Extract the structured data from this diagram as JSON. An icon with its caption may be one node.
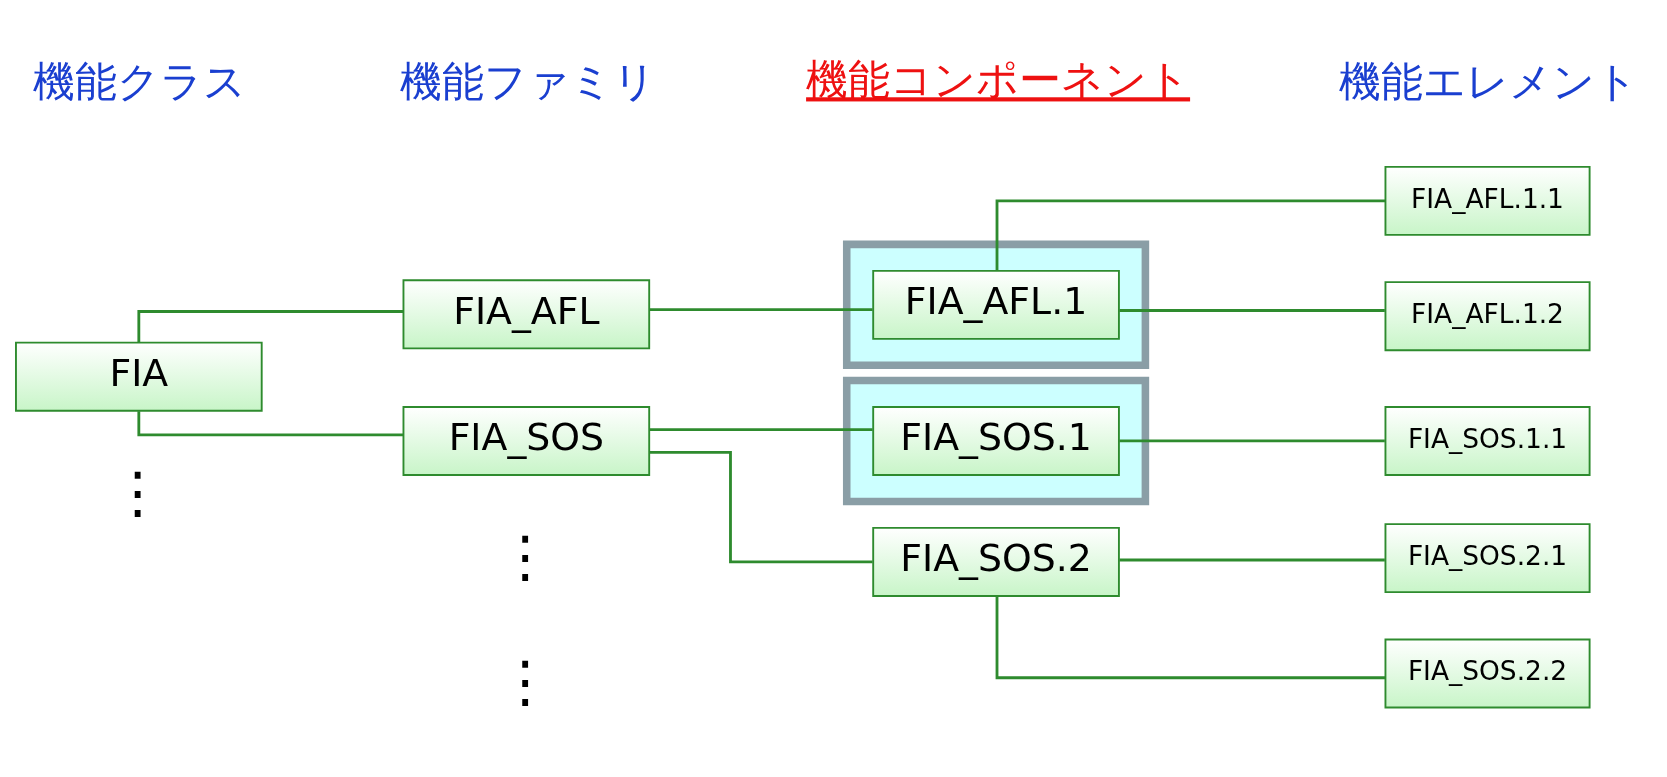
{
  "diagram": {
    "nodes": [
      {
        "text": [
          "FIA"
        ]
      },
      {
        "text": [
          "FIA_AFL"
        ]
      },
      {
        "text": [
          "FIA_SOS"
        ]
      },
      {
        "text": [],
        "shape": "box"
      },
      {
        "text": [
          "FIA_AFL.1"
        ],
        "in": 3
      },
      {
        "text": [],
        "shape": "box"
      },
      {
        "text": [
          "FIA_SOS.1"
        ],
        "in": 5
      },
      {
        "text": [
          "FIA_SOS.2"
        ]
      },
      {
        "text": [
          "FIA_AFL.1.1"
        ]
      },
      {
        "text": [
          "FIA_AFL.1.2"
        ]
      },
      {
        "text": [
          "FIA_SOS.1.1"
        ]
      },
      {
        "text": [
          "FIA_SOS.2.1"
        ]
      },
      {
        "text": [
          "FIA_SOS.2.2"
        ]
      }
    ],
    "edges": [
      {
        "from": 0,
        "to": 1,
        "arrow": "none"
      },
      {
        "from": 0,
        "to": 2,
        "arrow": "none"
      },
      {
        "from": 1,
        "to": 4,
        "arrow": "none"
      },
      {
        "from": 2,
        "to": 6,
        "arrow": "none"
      },
      {
        "from": 2,
        "to": 7,
        "arrow": "none"
      },
      {
        "from": 4,
        "to": 8,
        "arrow": "none"
      },
      {
        "from": 4,
        "to": 9,
        "arrow": "none"
      },
      {
        "from": 6,
        "to": 10,
        "arrow": "none"
      },
      {
        "from": 7,
        "to": 11,
        "arrow": "none"
      },
      {
        "from": 7,
        "to": 12,
        "arrow": "none"
      }
    ],
    "labels": [
      "機能クラス",
      "機能ファミリ",
      "機能コンポーネント",
      "機能エレメント",
      "⋮",
      "⋮",
      "⋮"
    ]
  }
}
